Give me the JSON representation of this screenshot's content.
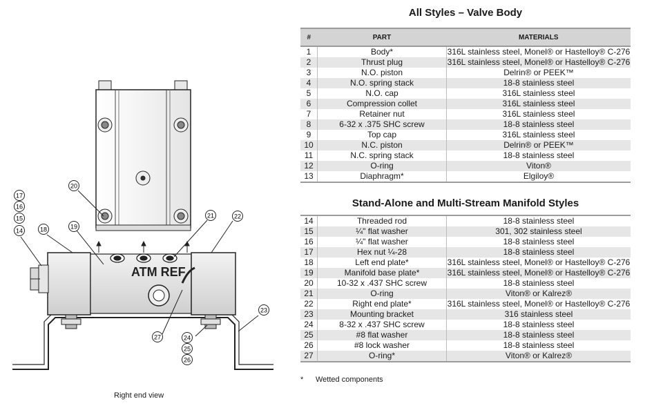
{
  "drawing": {
    "caption": "Right end view",
    "atm_label": "ATM REF",
    "callouts": [
      "17",
      "16",
      "15",
      "14",
      "18",
      "19",
      "20",
      "21",
      "22",
      "23",
      "24",
      "25",
      "26",
      "27"
    ]
  },
  "section1": {
    "title": "All Styles – Valve Body",
    "headers": [
      "#",
      "PART",
      "MATERIALS"
    ],
    "rows": [
      [
        "1",
        "Body*",
        "316L stainless steel, Monel® or Hastelloy® C-276"
      ],
      [
        "2",
        "Thrust plug",
        "316L stainless steel, Monel® or Hastelloy® C-276"
      ],
      [
        "3",
        "N.O. piston",
        "Delrin® or PEEK™"
      ],
      [
        "4",
        "N.O. spring stack",
        "18-8 stainless steel"
      ],
      [
        "5",
        "N.O. cap",
        "316L stainless steel"
      ],
      [
        "6",
        "Compression collet",
        "316L stainless steel"
      ],
      [
        "7",
        "Retainer nut",
        "316L stainless steel"
      ],
      [
        "8",
        "6-32 x .375 SHC screw",
        "18-8 stainless steel"
      ],
      [
        "9",
        "Top cap",
        "316L stainless steel"
      ],
      [
        "10",
        "N.C. piston",
        "Delrin® or PEEK™"
      ],
      [
        "11",
        "N.C. spring stack",
        "18-8 stainless steel"
      ],
      [
        "12",
        "O-ring",
        "Viton®"
      ],
      [
        "13",
        "Diaphragm*",
        "Elgiloy®"
      ]
    ]
  },
  "section2": {
    "title": "Stand-Alone and Multi-Stream Manifold Styles",
    "rows": [
      [
        "14",
        "Threaded rod",
        "18-8 stainless steel"
      ],
      [
        "15",
        "¼\" flat washer",
        "301, 302 stainless steel"
      ],
      [
        "16",
        "¼\" flat washer",
        "18-8 stainless steel"
      ],
      [
        "17",
        "Hex nut ¼-28",
        "18-8 stainless steel"
      ],
      [
        "18",
        "Left end plate*",
        "316L stainless steel, Monel® or Hastelloy® C-276"
      ],
      [
        "19",
        "Manifold base plate*",
        "316L stainless steel, Monel® or Hastelloy® C-276"
      ],
      [
        "20",
        "10-32 x .437 SHC screw",
        "18-8 stainless steel"
      ],
      [
        "21",
        "O-ring",
        "Viton® or Kalrez®"
      ],
      [
        "22",
        "Right end plate*",
        "316L stainless steel, Monel® or Hastelloy® C-276"
      ],
      [
        "23",
        "Mounting bracket",
        "316 stainless steel"
      ],
      [
        "24",
        "8-32 x .437 SHC screw",
        "18-8 stainless steel"
      ],
      [
        "25",
        "#8 flat washer",
        "18-8 stainless steel"
      ],
      [
        "26",
        "#8 lock washer",
        "18-8 stainless steel"
      ],
      [
        "27",
        "O-ring*",
        "Viton® or Kalrez®"
      ]
    ]
  },
  "footnote": {
    "symbol": "*",
    "text": "Wetted components"
  }
}
